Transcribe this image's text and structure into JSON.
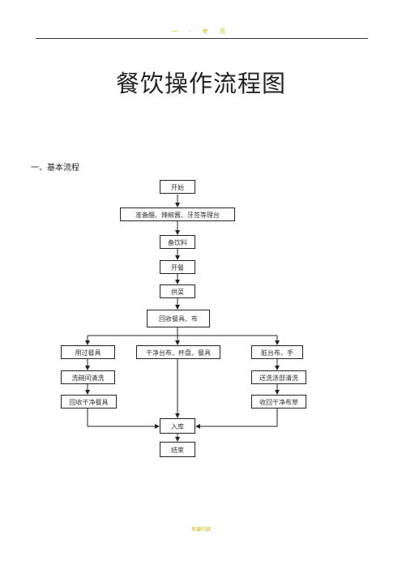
{
  "header": {
    "text": "一 · 年 月"
  },
  "title": "餐饮操作流程图",
  "section_heading": "一、基本流程",
  "nodes": {
    "start": "开始",
    "prepare": "准备醋、辣椒酱、牙签等理台",
    "prep_food": "备饮料",
    "open": "开餐",
    "serve": "供菜",
    "collect": "回收餐具、布",
    "used_tableware": "用过餐具",
    "clean_items": "干净台布、杯盘、餐具",
    "table_cloth": "脏台布、手",
    "dish_wash": "洗碗间清洗",
    "laundry": "送洗涤部清洗",
    "return_tableware": "回收干净餐具",
    "return_cloth": "收回干净布草",
    "storage": "入库",
    "end": "结束"
  },
  "footer": {
    "text": "页眉内容"
  }
}
